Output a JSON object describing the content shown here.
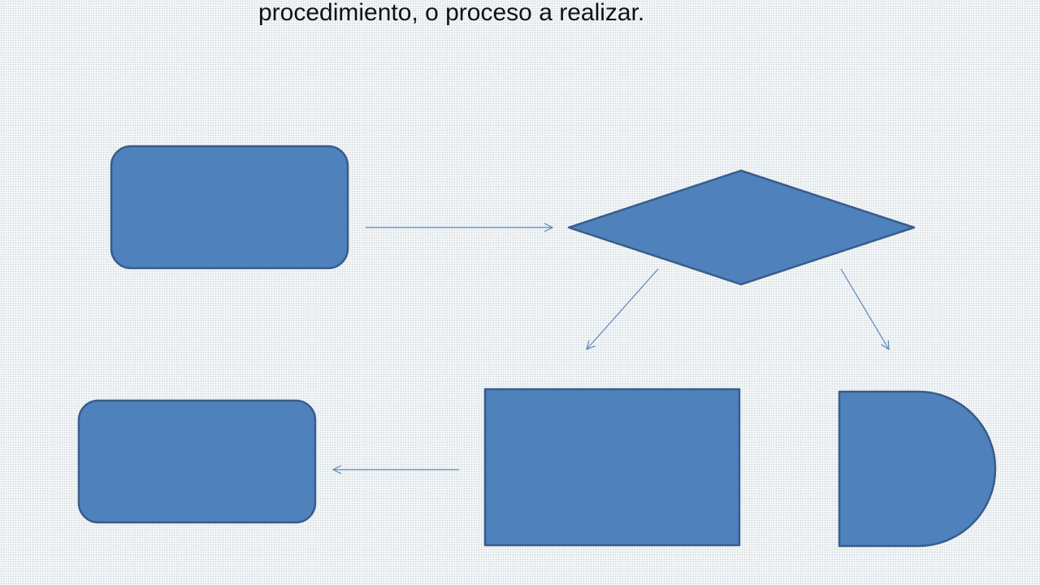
{
  "slide": {
    "caption": "procedimiento, o proceso a realizar."
  },
  "colors": {
    "shape_fill": "#4f81bd",
    "shape_stroke": "#385d8a",
    "connector": "#5a86b6"
  },
  "shapes": [
    {
      "id": "terminator-top-left",
      "type": "rounded-rectangle"
    },
    {
      "id": "decision",
      "type": "diamond"
    },
    {
      "id": "process",
      "type": "rectangle"
    },
    {
      "id": "delay",
      "type": "d-shape"
    },
    {
      "id": "terminator-bottom-left",
      "type": "rounded-rectangle"
    }
  ]
}
